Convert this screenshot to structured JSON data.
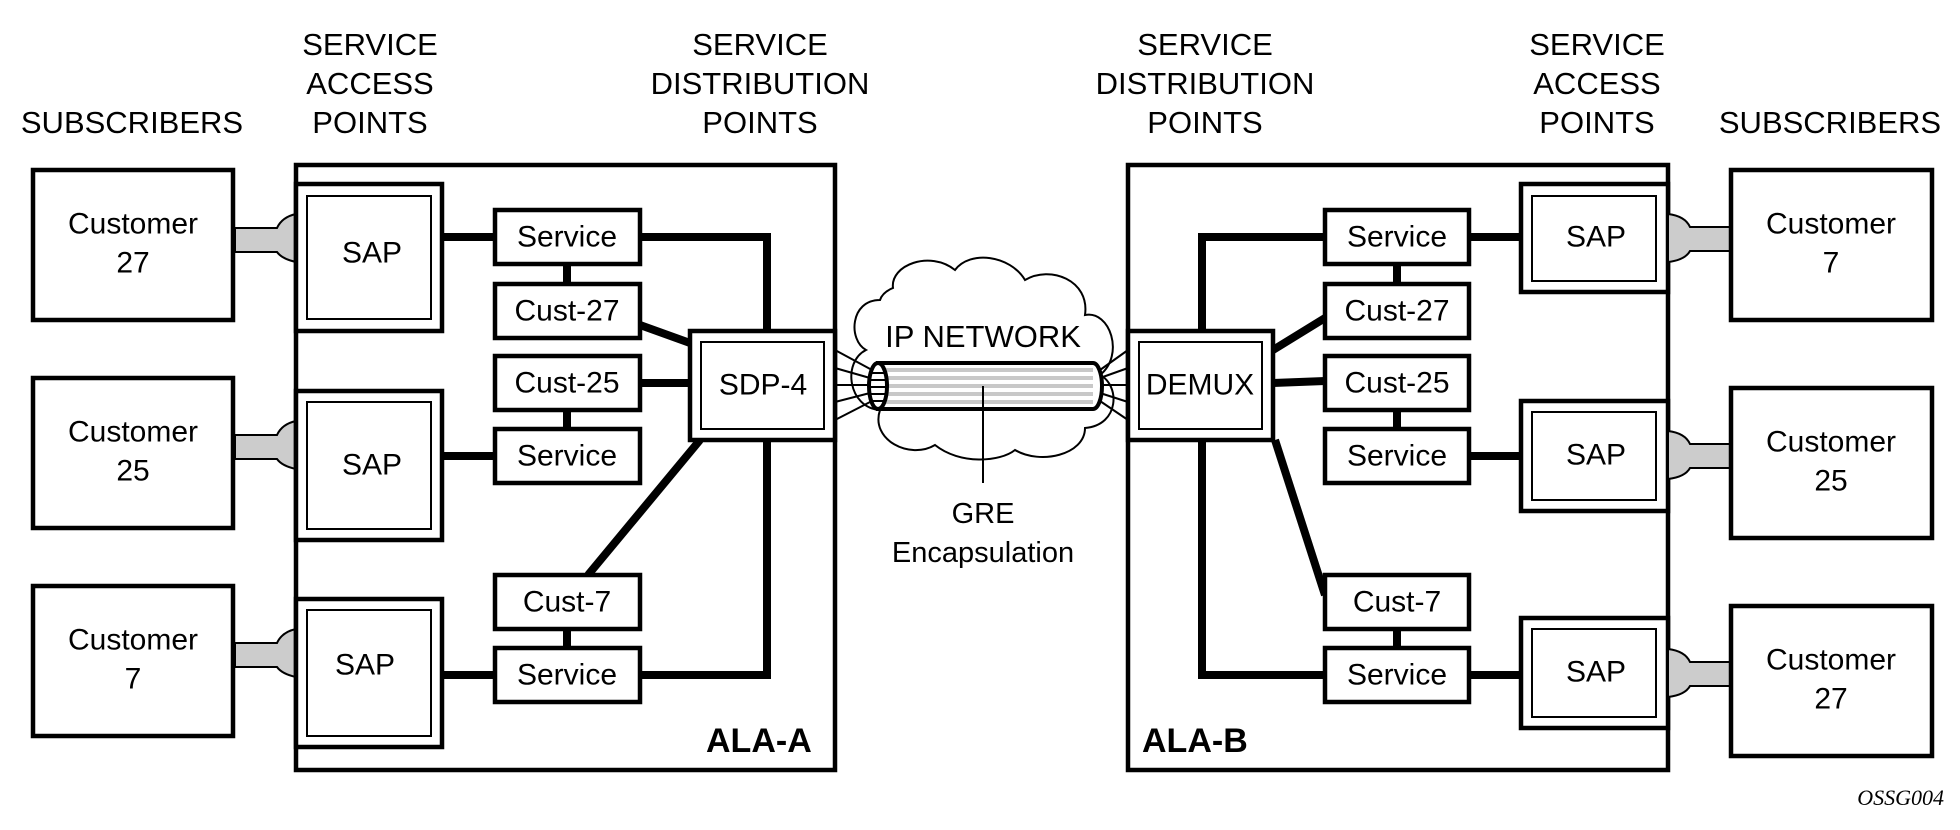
{
  "headers": {
    "left_subscribers": "SUBSCRIBERS",
    "left_sap": [
      "SERVICE",
      "ACCESS",
      "POINTS"
    ],
    "left_sdp": [
      "SERVICE",
      "DISTRIBUTION",
      "POINTS"
    ],
    "right_sdp": [
      "SERVICE",
      "DISTRIBUTION",
      "POINTS"
    ],
    "right_sap": [
      "SERVICE",
      "ACCESS",
      "POINTS"
    ],
    "right_subscribers": "SUBSCRIBERS"
  },
  "left_customers": [
    {
      "line1": "Customer",
      "line2": "27"
    },
    {
      "line1": "Customer",
      "line2": "25"
    },
    {
      "line1": "Customer",
      "line2": "7"
    }
  ],
  "right_customers": [
    {
      "line1": "Customer",
      "line2": "7"
    },
    {
      "line1": "Customer",
      "line2": "25"
    },
    {
      "line1": "Customer",
      "line2": "27"
    }
  ],
  "ala_a": {
    "name": "ALA-A",
    "saps": [
      "SAP",
      "SAP",
      "SAP"
    ],
    "blocks": [
      "Service",
      "Cust-27",
      "Cust-25",
      "Service",
      "Cust-7",
      "Service"
    ],
    "sdp": "SDP-4"
  },
  "ala_b": {
    "name": "ALA-B",
    "saps": [
      "SAP",
      "SAP",
      "SAP"
    ],
    "blocks": [
      "Service",
      "Cust-27",
      "Cust-25",
      "Service",
      "Cust-7",
      "Service"
    ],
    "demux": "DEMUX"
  },
  "network": {
    "label": "IP NETWORK",
    "tunnel_label_1": "GRE",
    "tunnel_label_2": "Encapsulation"
  },
  "figure_id": "OSSG004",
  "colors": {
    "stroke": "#000000",
    "connector_fill": "#cccccc",
    "tube_stripe": "#c8c8c8"
  }
}
